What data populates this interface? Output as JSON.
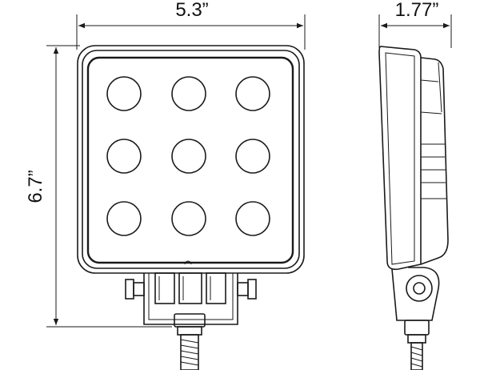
{
  "dimensions": {
    "width": "5.3”",
    "height": "6.7”",
    "depth": "1.77”"
  },
  "front_view": {
    "led_count": 9,
    "led_rows": 3,
    "led_columns": 3
  }
}
